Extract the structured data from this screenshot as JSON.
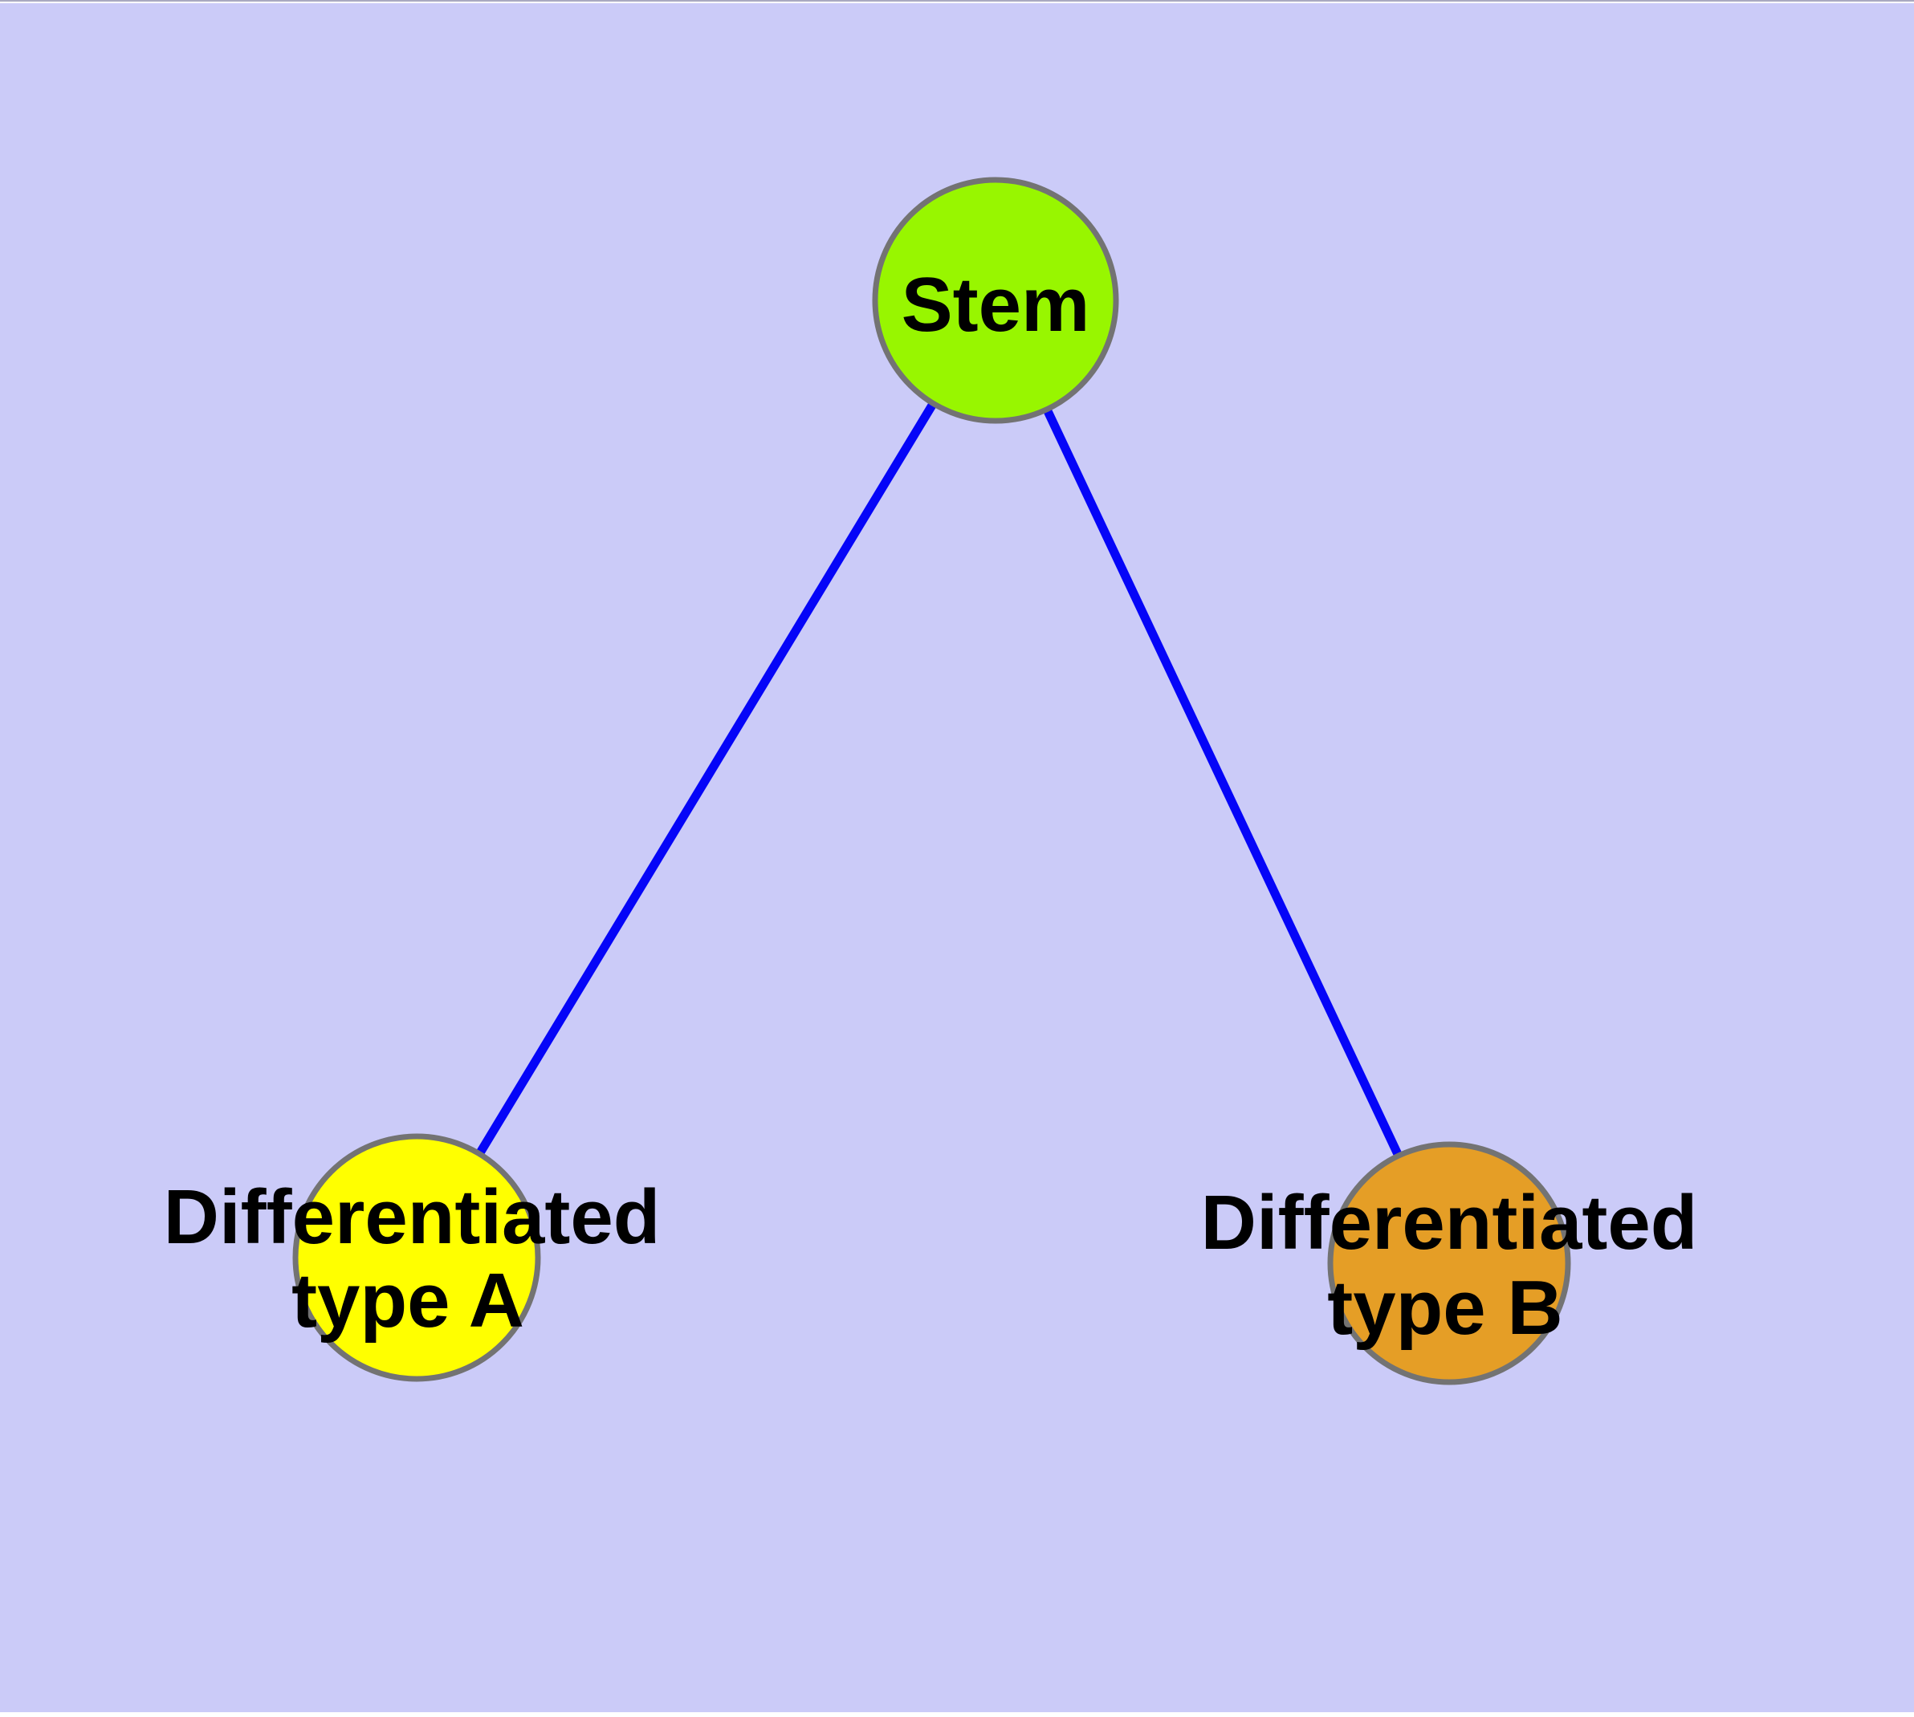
{
  "canvas": {
    "background_color": "#cbcbf8",
    "top_border_color": "#a9a9c0",
    "margin_color": "#ffffff",
    "edge_color": "#0505f8",
    "node_border_color": "#737373",
    "text_color": "#000000"
  },
  "nodes": {
    "stem": {
      "label": "Stem",
      "fill": "#98f600"
    },
    "diff_a": {
      "label_line1": "Differentiated",
      "label_line2": "type A",
      "fill": "#ffff00"
    },
    "diff_b": {
      "label_line1": "Differentiated",
      "label_line2": "type B",
      "fill": "#e59e26"
    }
  },
  "edges": [
    {
      "from": "Stem",
      "to": "Differentiated type A"
    },
    {
      "from": "Stem",
      "to": "Differentiated type B"
    }
  ]
}
